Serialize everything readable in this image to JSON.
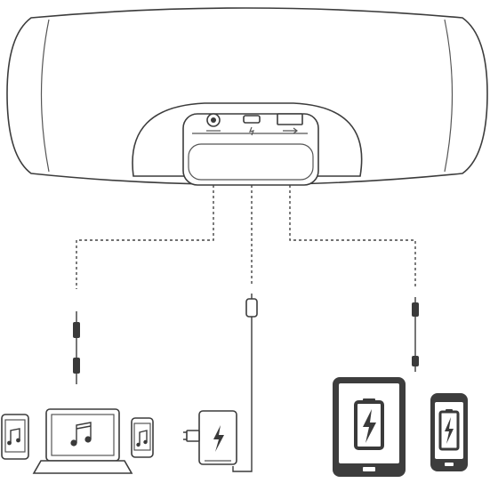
{
  "icons": {
    "speaker": "portable-speaker-rear-view",
    "aux_port": "aux-in-port",
    "power_port": "micro-usb-charging-port",
    "usb_port": "usb-charge-out-port",
    "music_note": "music-note-icon",
    "charging_bolt": "charging-bolt-icon"
  },
  "colors": {
    "outline": "#3c3c3c",
    "device": "#3d3d3d",
    "background": "#ffffff"
  }
}
